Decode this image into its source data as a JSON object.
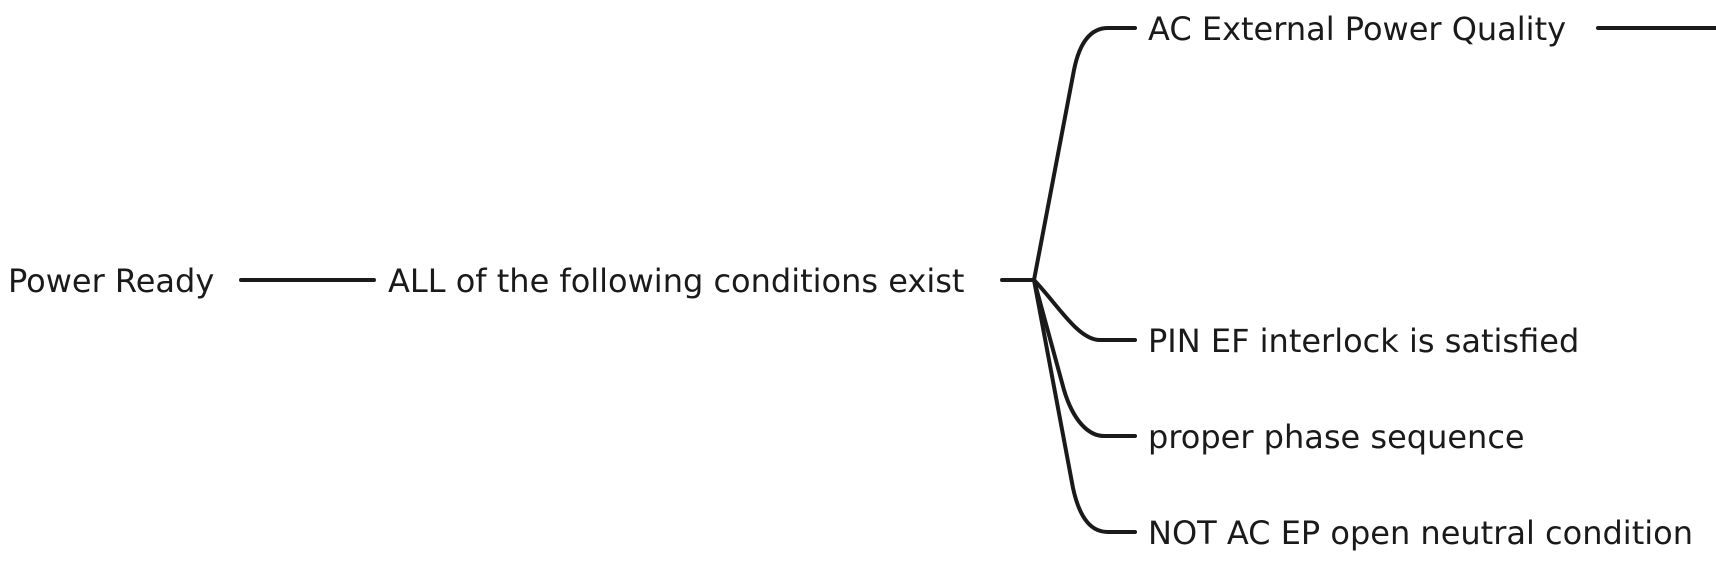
{
  "diagram": {
    "type": "mind-map",
    "root": {
      "label": "Power Ready"
    },
    "branch": {
      "label": "ALL of the following conditions exist"
    },
    "leaves": [
      {
        "label": "AC External Power Quality"
      },
      {
        "label": "PIN EF interlock is satisfied"
      },
      {
        "label": "proper phase sequence"
      },
      {
        "label": "NOT AC EP open neutral condition"
      }
    ],
    "colors": {
      "line": "#1a1a1a",
      "text": "#1a1a1a",
      "background": "#ffffff"
    }
  }
}
